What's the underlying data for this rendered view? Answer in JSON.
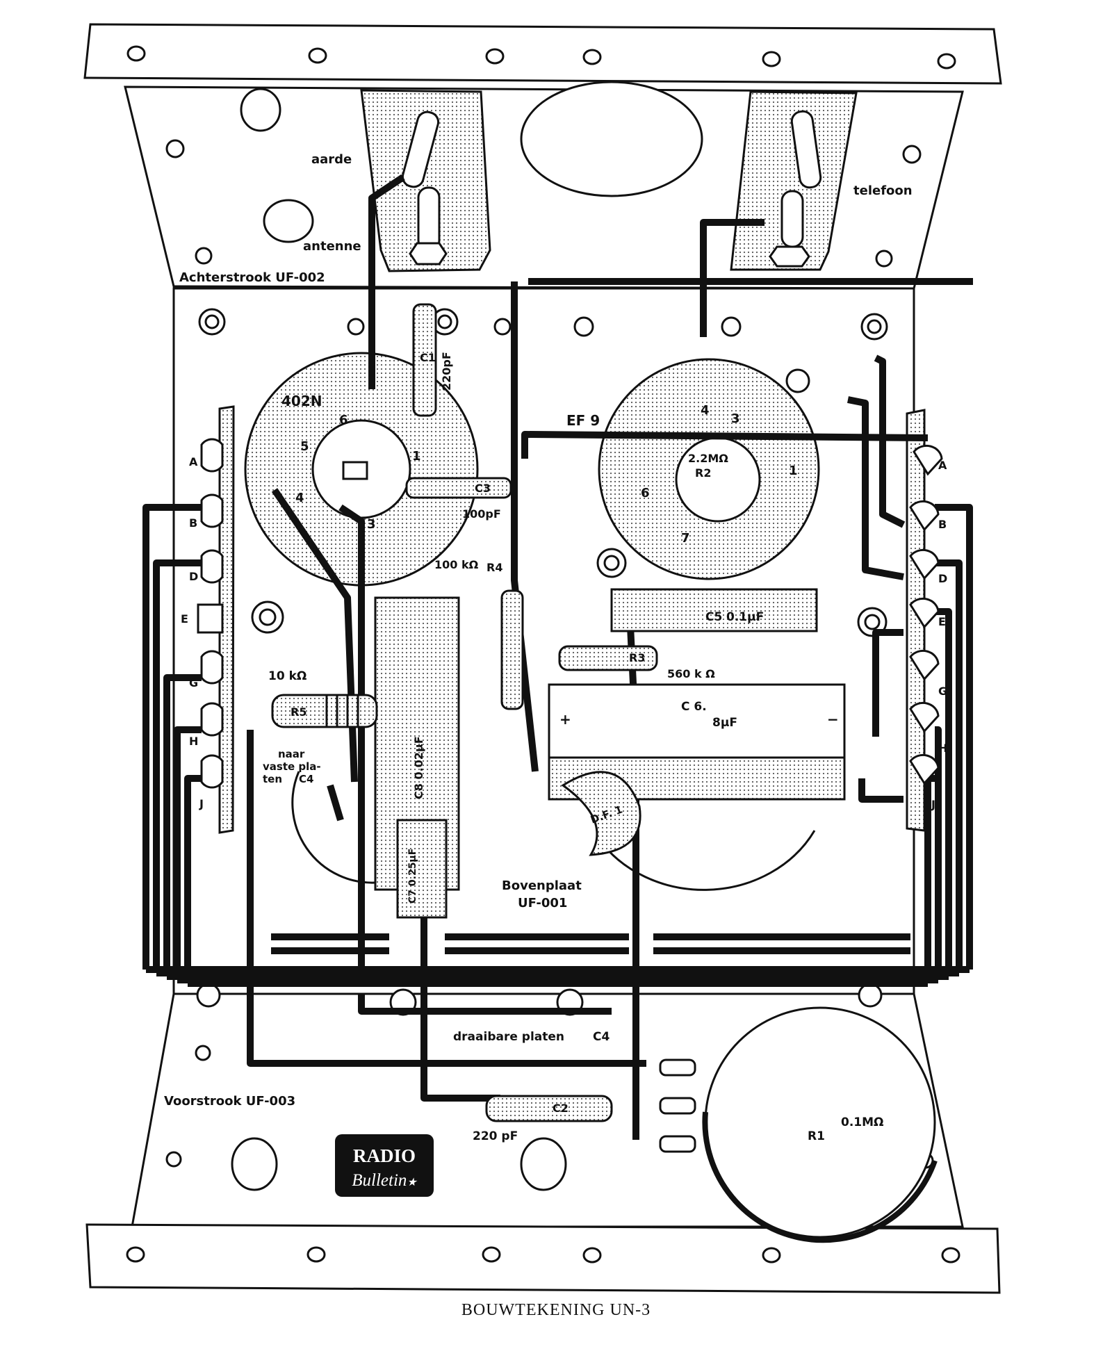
{
  "caption": "BOUWTEKENING UN-3",
  "logo": {
    "line1": "RADIO",
    "line2": "Bulletin",
    "star": "★"
  },
  "plates": {
    "rear": "Achterstrook UF-002",
    "top": [
      "Bovenplaat",
      "UF-001"
    ],
    "front": "Voorstrook UF-003"
  },
  "connections": {
    "earth": "aarde",
    "antenna": "antenne",
    "phone": "telefoon"
  },
  "tubes": {
    "rectifier": "402N",
    "pentode": "EF 9"
  },
  "components": {
    "c1": {
      "name": "C1",
      "value": "220pF"
    },
    "c2": {
      "name": "C2",
      "value": "220 pF"
    },
    "c3": {
      "name": "C3",
      "value": "100pF"
    },
    "c4_fixed": [
      "naar",
      "vaste pla-",
      "ten",
      "C4"
    ],
    "c4_moving": "draaibare platen",
    "c4_name": "C4",
    "c5": {
      "name": "C5",
      "value": "0.1μF"
    },
    "c6": {
      "name": "C 6.",
      "value": "8μF",
      "plus": "+",
      "minus": "−"
    },
    "c7": {
      "name": "C7",
      "value": "0.25μF"
    },
    "c8": {
      "name": "C8",
      "value": "0.02μF"
    },
    "r1": {
      "name": "R1",
      "value": "0.1MΩ"
    },
    "r2": {
      "name": "R2",
      "value": "2.2MΩ"
    },
    "r3": {
      "name": "R3",
      "value": "560 k Ω"
    },
    "r4": {
      "name": "R4",
      "value": "100 kΩ"
    },
    "r5": {
      "name": "R5",
      "value": "10 kΩ"
    },
    "choke": "D.F. 1"
  },
  "pins_rect": [
    "6",
    "5",
    "4",
    "3",
    "1"
  ],
  "pins_pent": [
    "4",
    "3",
    "1",
    "6",
    "7"
  ],
  "terminals_left": [
    "A",
    "B",
    "D",
    "E",
    "G",
    "H",
    "J"
  ],
  "terminals_right": [
    "A",
    "B",
    "D",
    "E",
    "G",
    "H",
    "J"
  ]
}
